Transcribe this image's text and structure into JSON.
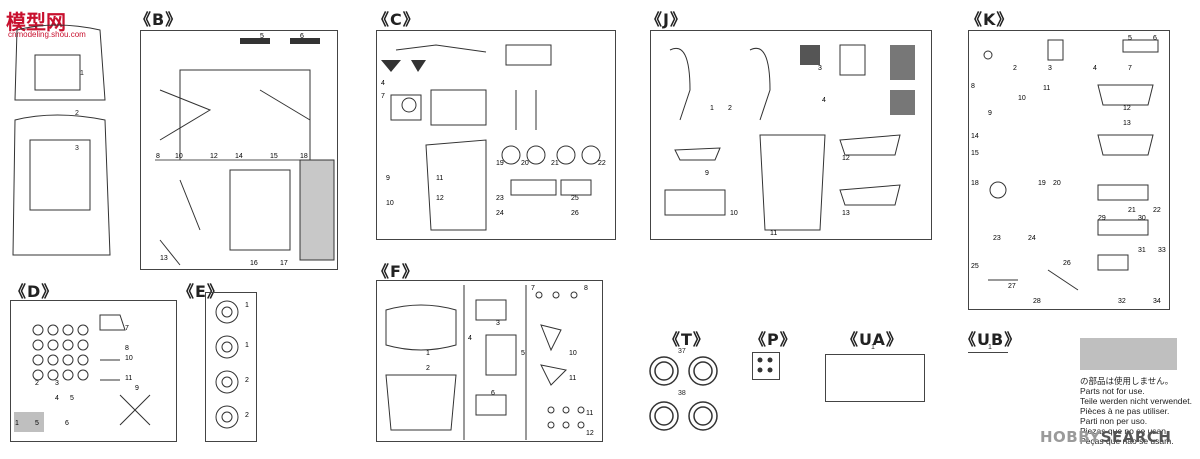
{
  "logo": {
    "text": "模型网",
    "sub": "cnmodeling.shou.com"
  },
  "sections": {
    "B": "《B》",
    "C": "《C》",
    "J": "《J》",
    "K": "《K》",
    "D": "《D》",
    "E": "《E》",
    "F": "《F》",
    "T": "《T》",
    "P": "《P》",
    "UA": "《UA》",
    "UB": "《UB》"
  },
  "sub_labels": {
    "UA": "1",
    "UB": "1",
    "T_top": "37",
    "T_bottom": "38"
  },
  "notice_lines": [
    "の部品は使用しません。",
    "Parts not for use.",
    "Teile werden nicht verwendet.",
    "Pièces à ne pas utiliser.",
    "Parti non per uso.",
    "Piezas que no se usan.",
    "Peças que não se usam."
  ],
  "watermark": {
    "brand": "HOBBY",
    "rest": "SEARCH"
  }
}
